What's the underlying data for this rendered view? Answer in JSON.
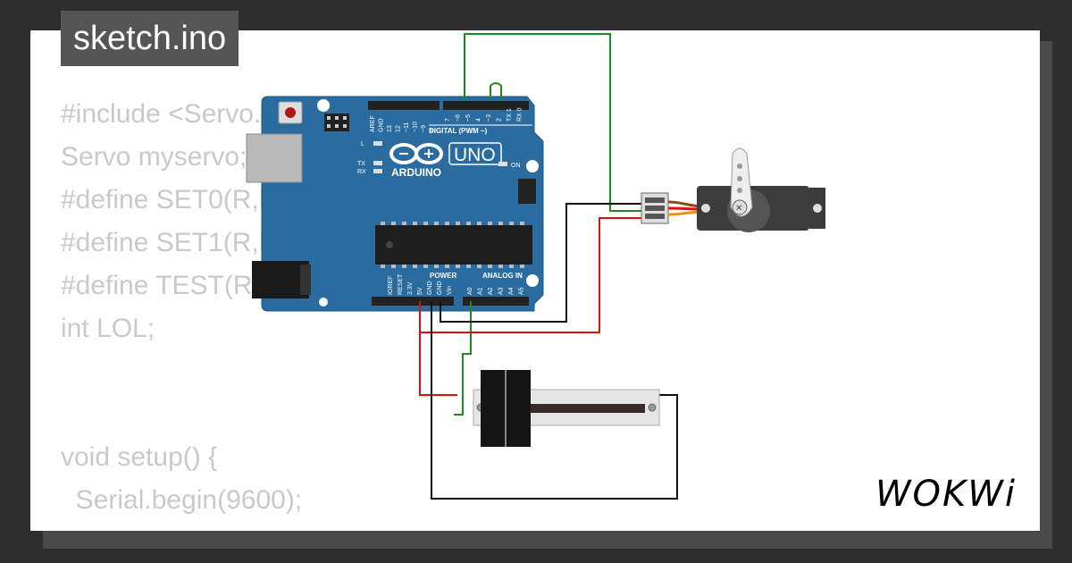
{
  "file_tab": {
    "label": "sketch.ino"
  },
  "code_lines": [
    "#include <Servo.h>",
    "Servo myservo;",
    "#define SET0(R,BIT) R &= ~(1<<BIT)",
    "#define SET1(R,BIT) R |= (1<<BIT)",
    "#define TEST(R,BIT) (R & (1<<BIT))",
    "int LOL;",
    "",
    "",
    "void setup() {",
    "  Serial.begin(9600);"
  ],
  "arduino": {
    "brand": "ARDUINO",
    "model": "UNO",
    "digital_label": "DIGITAL (PWM ~)",
    "power_label": "POWER",
    "analog_label": "ANALOG IN",
    "on_label": "ON",
    "l_label": "L",
    "tx_label": "TX",
    "rx_label": "RX",
    "digital_pins": [
      "AREF",
      "GND",
      "13",
      "12",
      "~11",
      "~10",
      "~9",
      "8",
      "7",
      "~6",
      "~5",
      "4",
      "~3",
      "2",
      "TX 1",
      "RX 0"
    ],
    "power_pins": [
      "IOREF",
      "RESET",
      "3.3V",
      "5V",
      "GND",
      "GND",
      "Vin"
    ],
    "analog_pins": [
      "A0",
      "A1",
      "A2",
      "A3",
      "A4",
      "A5"
    ],
    "board_color": "#2a6ca0"
  },
  "wires": {
    "green": "#1e8a1e",
    "red": "#e01010",
    "black": "#111111"
  },
  "logo": {
    "text": "WOKWi"
  }
}
